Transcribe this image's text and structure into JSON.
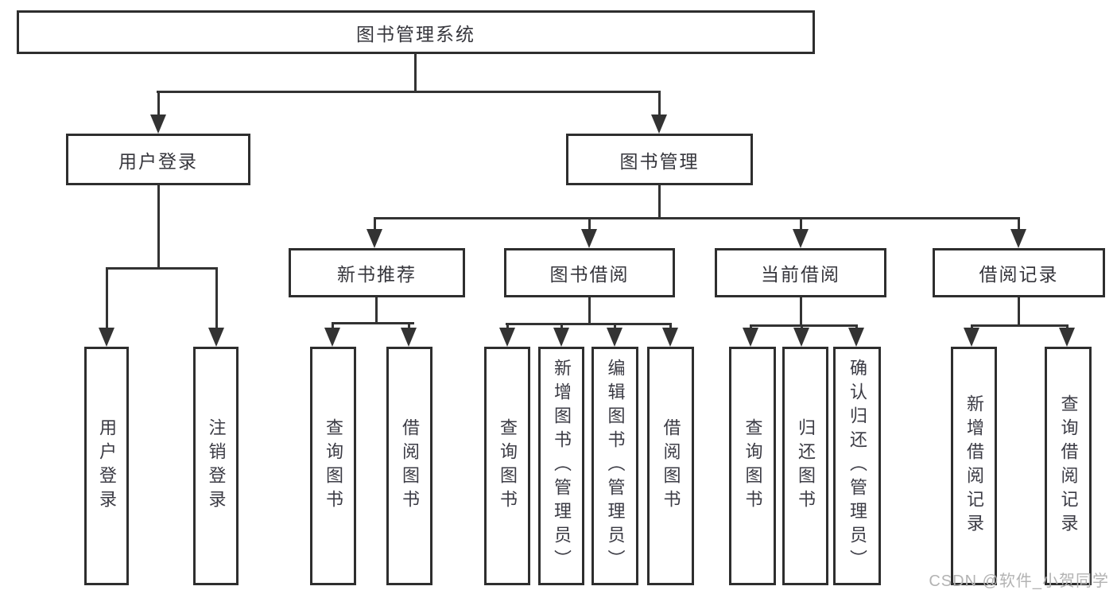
{
  "diagram": {
    "title": "图书管理系统",
    "type": "function-structure-tree",
    "colors": {
      "line": "#333333",
      "box_border": "#2e2e2e",
      "box_background": "#ffffff",
      "text": "#36363c",
      "watermark_text": "#b3b3b3",
      "background": "#ffffff"
    }
  },
  "watermark": {
    "text": "CSDN @软件_小贺同学"
  },
  "tree": {
    "root": {
      "label": "图书管理系统",
      "children": [
        {
          "label": "用户登录",
          "children": [
            {
              "label": "用户登录"
            },
            {
              "label": "注销登录"
            }
          ]
        },
        {
          "label": "图书管理",
          "children": [
            {
              "label": "新书推荐",
              "children": [
                {
                  "label": "查询图书"
                },
                {
                  "label": "借阅图书"
                }
              ]
            },
            {
              "label": "图书借阅",
              "children": [
                {
                  "label": "查询图书"
                },
                {
                  "label": "新增图书（管理员）"
                },
                {
                  "label": "编辑图书（管理员）"
                },
                {
                  "label": "借阅图书"
                }
              ]
            },
            {
              "label": "当前借阅",
              "children": [
                {
                  "label": "查询图书"
                },
                {
                  "label": "归还图书"
                },
                {
                  "label": "确认归还（管理员）"
                }
              ]
            },
            {
              "label": "借阅记录",
              "children": [
                {
                  "label": "新增借阅记录"
                },
                {
                  "label": "查询借阅记录"
                }
              ]
            }
          ]
        }
      ]
    }
  }
}
